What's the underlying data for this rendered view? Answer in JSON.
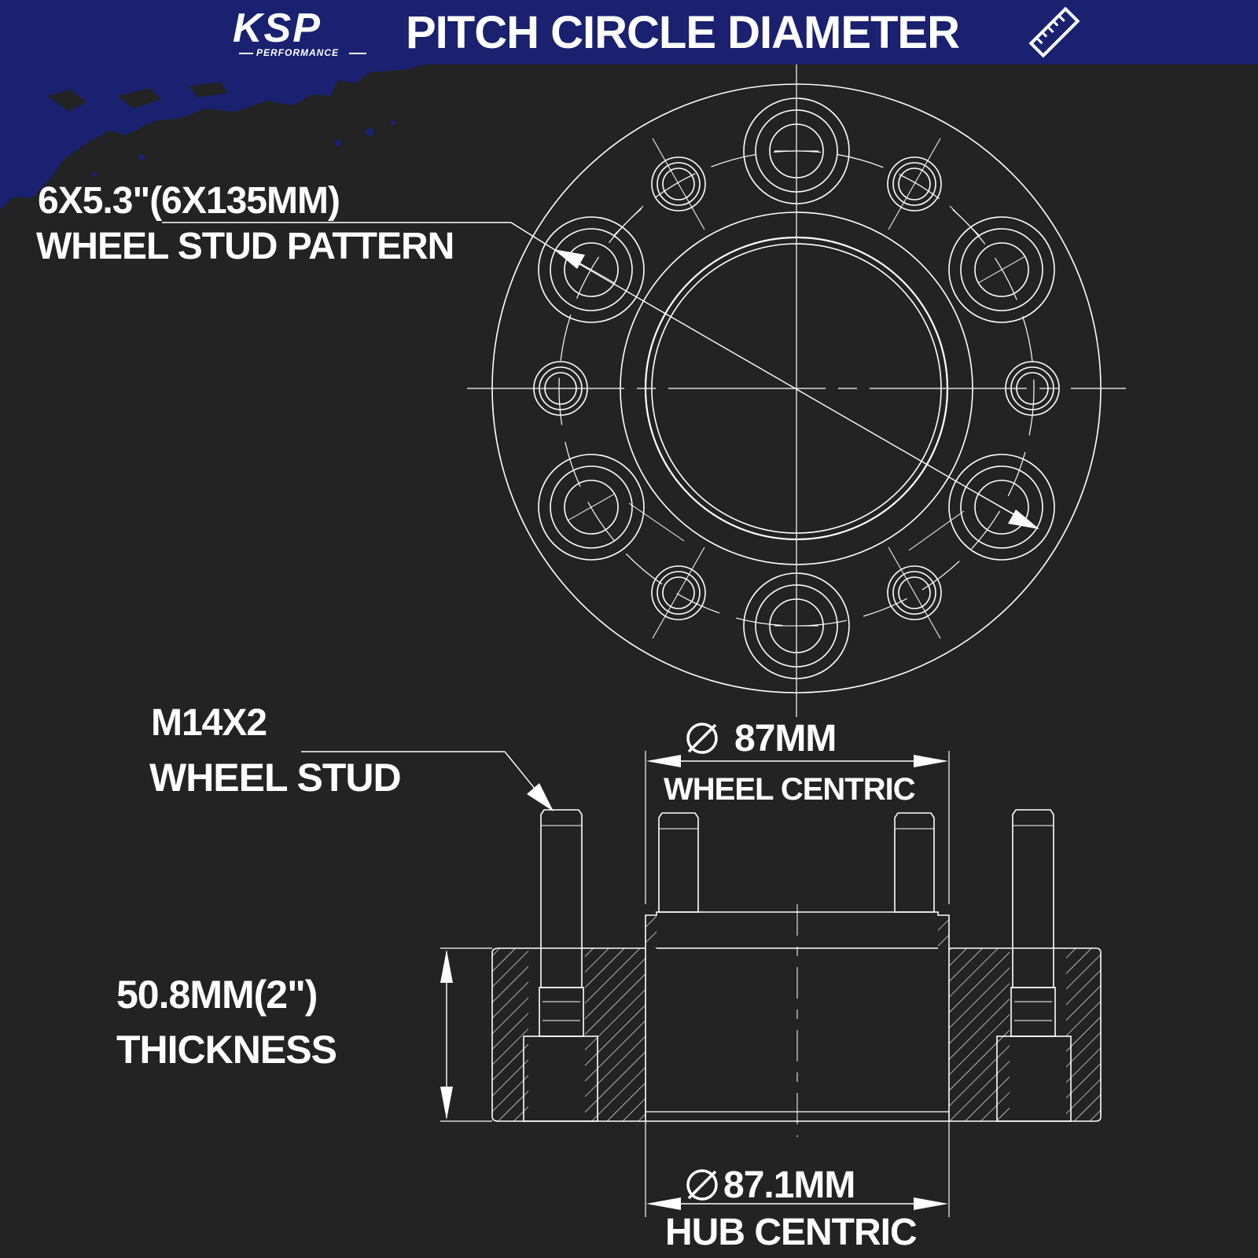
{
  "header": {
    "brand": "KSP",
    "brand_sub": "PERFORMANCE",
    "title": "PITCH CIRCLE DIAMETER",
    "icon": "ruler-icon"
  },
  "labels": {
    "stud_pattern_value": "6X5.3\"(6X135MM)",
    "stud_pattern_caption": "WHEEL STUD PATTERN",
    "wheel_stud_value": "M14X2",
    "wheel_stud_caption": "WHEEL STUD",
    "wheel_centric_value": "87MM",
    "wheel_centric_caption": "WHEEL CENTRIC",
    "thickness_value": "50.8MM(2\")",
    "thickness_caption": "THICKNESS",
    "hub_centric_value": "87.1MM",
    "hub_centric_caption": "HUB CENTRIC"
  },
  "colors": {
    "background": "#232323",
    "header": "#1a2170",
    "line": "#ffffff"
  }
}
